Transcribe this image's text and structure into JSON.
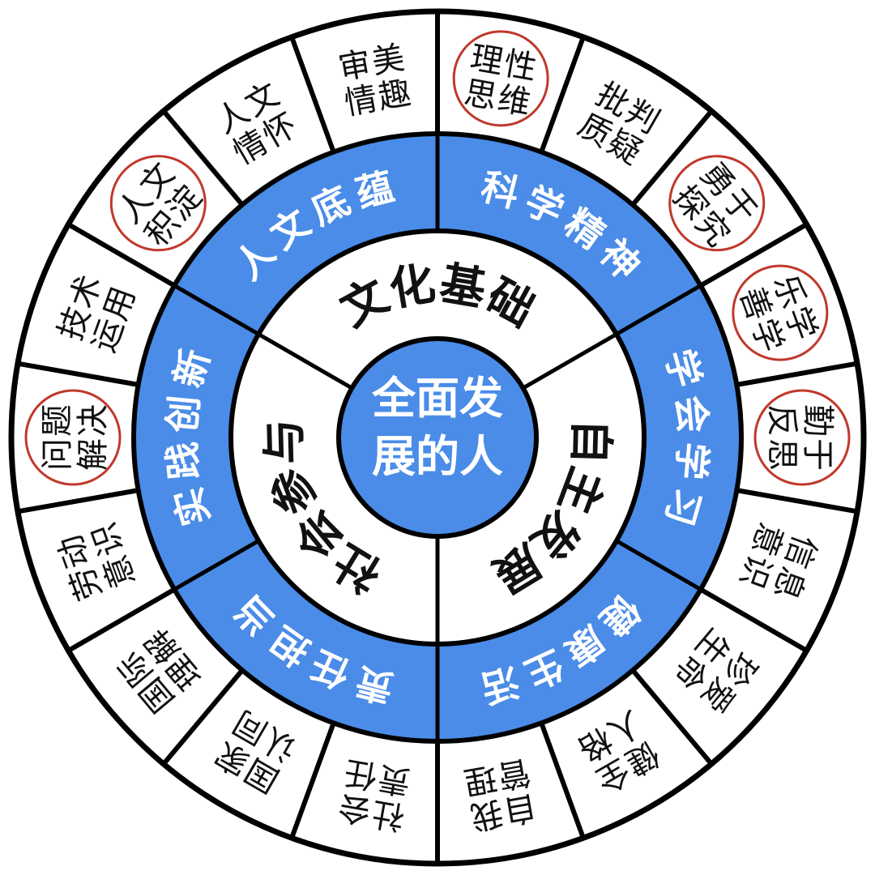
{
  "diagram": {
    "title": "全面发展的人",
    "colors": {
      "blue": "#4a8ce8",
      "stroke": "#000000",
      "circle_highlight": "#c0392b",
      "background": "#ffffff"
    },
    "center": {
      "label": "全面发展的人",
      "lines": [
        "全面发",
        "展的人"
      ]
    },
    "inner_ring": [
      {
        "label": "文化基础",
        "angle": -90
      },
      {
        "label": "自主发展",
        "angle": 30
      },
      {
        "label": "社会参与",
        "angle": 150
      }
    ],
    "blue_ring": [
      {
        "label": "科学精神",
        "angle": -60
      },
      {
        "label": "学会学习",
        "angle": 0
      },
      {
        "label": "健康生活",
        "angle": 60
      },
      {
        "label": "责任担当",
        "angle": 120
      },
      {
        "label": "实践创新",
        "angle": 180
      },
      {
        "label": "人文底蕴",
        "angle": 240
      }
    ],
    "outer_ring": [
      {
        "label": "理性思维",
        "angle": -80,
        "highlighted": true
      },
      {
        "label": "批判质疑",
        "angle": -60,
        "highlighted": false
      },
      {
        "label": "勇于探究",
        "angle": -40,
        "highlighted": true
      },
      {
        "label": "乐学善学",
        "angle": -20,
        "highlighted": true
      },
      {
        "label": "勤于反思",
        "angle": 0,
        "highlighted": true
      },
      {
        "label": "信息意识",
        "angle": 20,
        "highlighted": false
      },
      {
        "label": "珍爱生命",
        "angle": 40,
        "highlighted": false
      },
      {
        "label": "健全人格",
        "angle": 60,
        "highlighted": false
      },
      {
        "label": "自我管理",
        "angle": 80,
        "highlighted": false
      },
      {
        "label": "社会责任",
        "angle": 100,
        "highlighted": false
      },
      {
        "label": "国家认同",
        "angle": 120,
        "highlighted": false
      },
      {
        "label": "国际理解",
        "angle": 140,
        "highlighted": false
      },
      {
        "label": "劳动意识",
        "angle": 160,
        "highlighted": false
      },
      {
        "label": "问题解决",
        "angle": 180,
        "highlighted": true
      },
      {
        "label": "技术运用",
        "angle": 200,
        "highlighted": false
      },
      {
        "label": "人文积淀",
        "angle": 220,
        "highlighted": true
      },
      {
        "label": "人文情怀",
        "angle": 240,
        "highlighted": false
      },
      {
        "label": "审美情趣",
        "angle": 260,
        "highlighted": false
      }
    ]
  }
}
